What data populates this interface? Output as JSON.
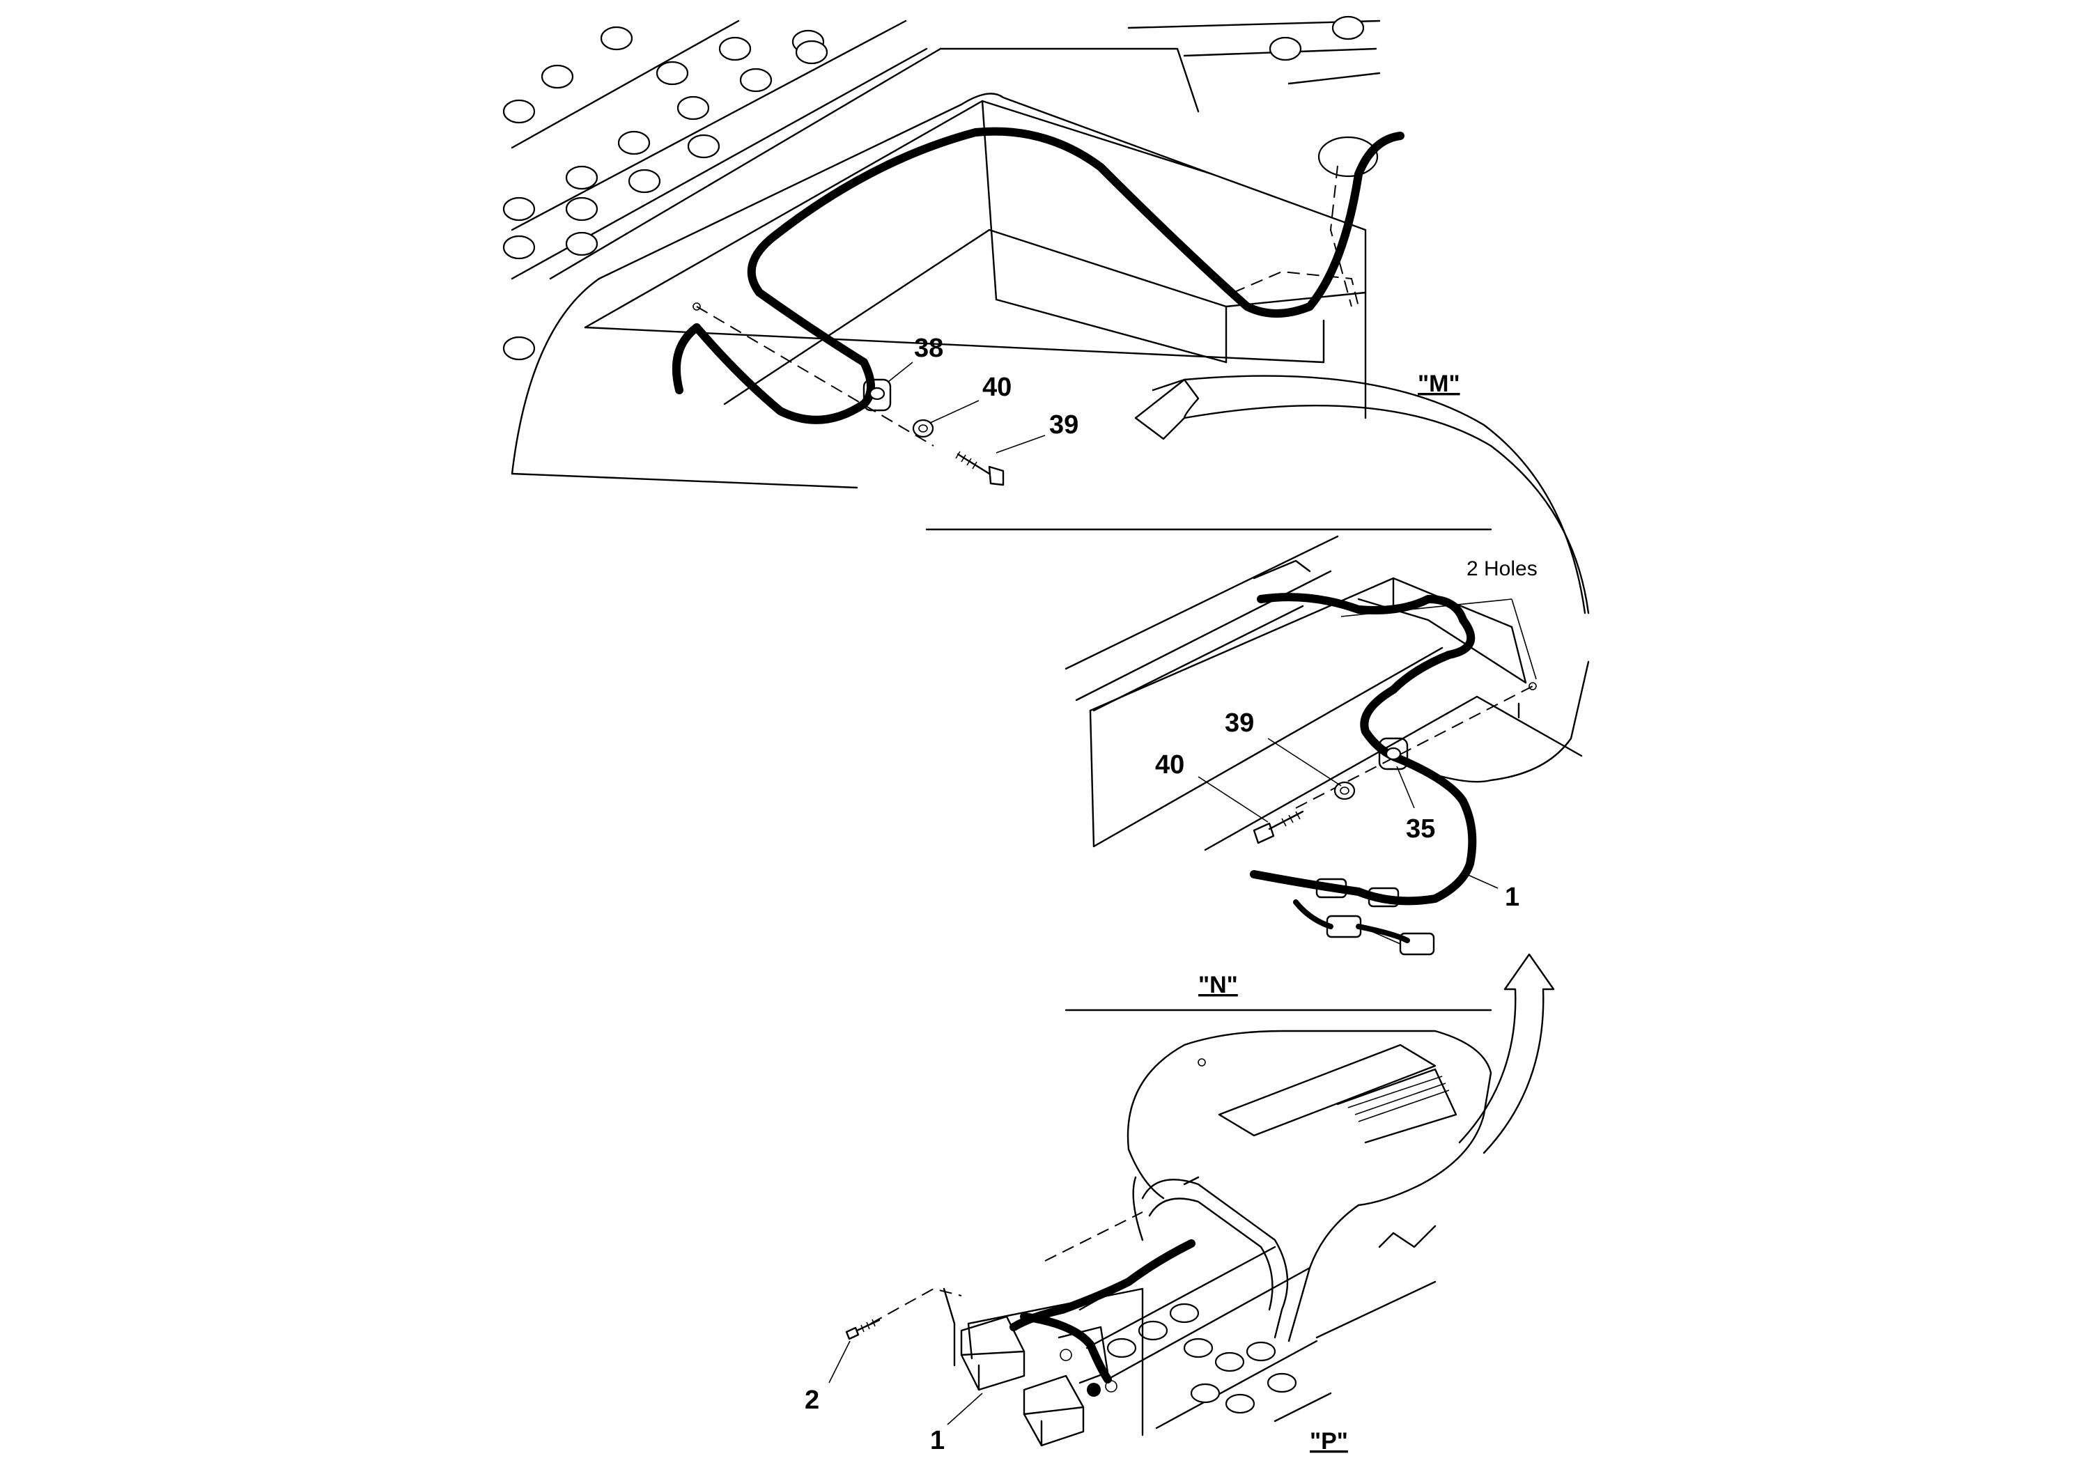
{
  "views": {
    "m": {
      "label": "\"M\""
    },
    "n": {
      "label": "\"N\"",
      "note": "2 Holes"
    },
    "p": {
      "label": "\"P\""
    }
  },
  "callouts": {
    "m_38": "38",
    "m_40": "40",
    "m_39": "39",
    "n_39": "39",
    "n_40": "40",
    "n_35": "35",
    "n_1": "1",
    "p_2": "2",
    "p_1": "1"
  }
}
